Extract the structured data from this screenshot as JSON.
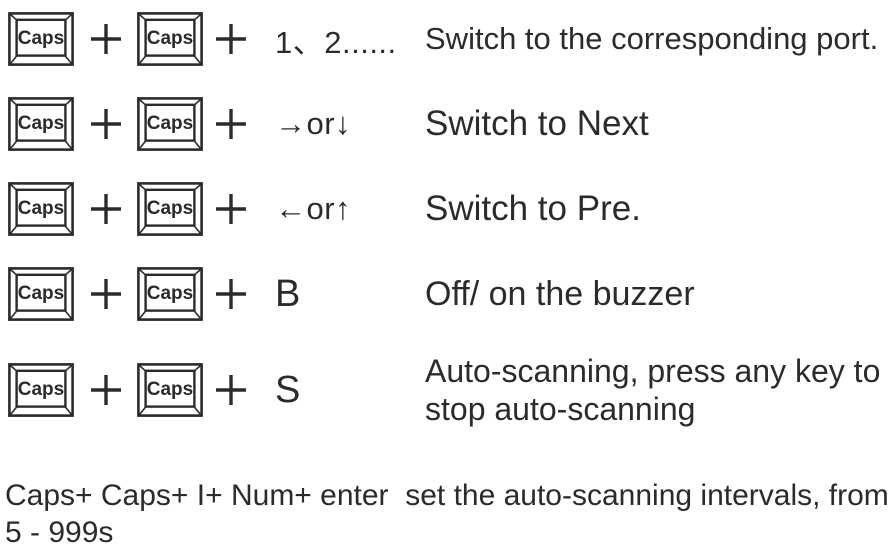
{
  "page": {
    "background": "#ffffff",
    "ink": "#2b2b2b"
  },
  "keycap_label": "Caps",
  "plus_symbol": "+",
  "shortcuts": [
    {
      "keys": "1、2......",
      "description": "Switch to the corresponding port."
    },
    {
      "keys": "→or↓",
      "description": "Switch to Next"
    },
    {
      "keys": "←or↑",
      "description": "Switch to Pre."
    },
    {
      "keys": "B",
      "description": "Off/ on the buzzer"
    },
    {
      "keys": "S",
      "description": "Auto-scanning, press any key to stop auto-scanning"
    }
  ],
  "footer_note": "Caps+ Caps+ I+ Num+ enter  set the auto-scanning intervals, from 5 - 999s"
}
